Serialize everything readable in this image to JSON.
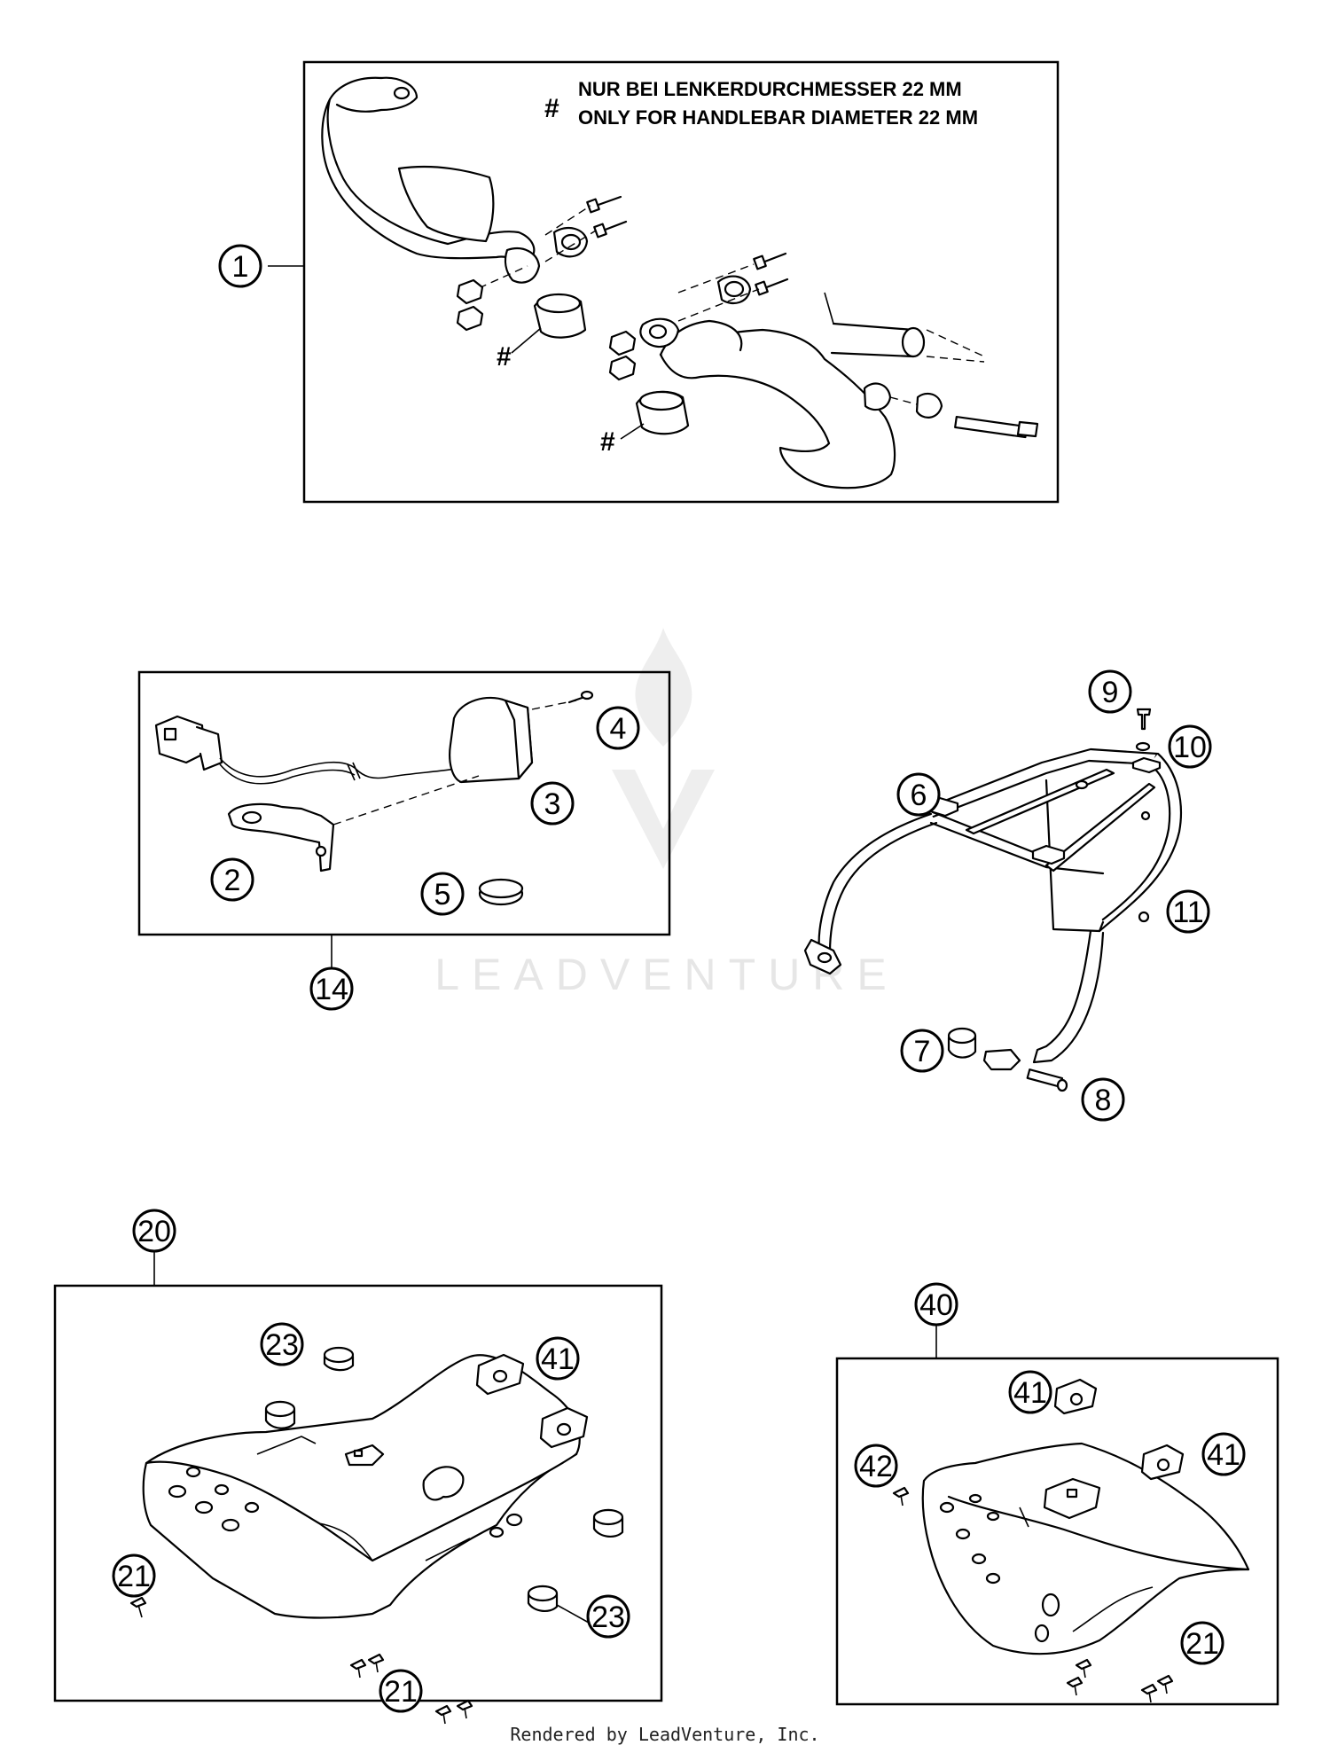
{
  "note": {
    "symbol": "#",
    "line_de": "NUR BEI LENKERDURCHMESSER 22 MM",
    "line_en": "ONLY FOR HANDLEBAR DIAMETER 22 MM"
  },
  "marker": "#",
  "watermark": "LEADVENTURE",
  "callouts": {
    "c1": "1",
    "c2": "2",
    "c3": "3",
    "c4": "4",
    "c5": "5",
    "c14": "14",
    "c6": "6",
    "c7": "7",
    "c8": "8",
    "c9": "9",
    "c10": "10",
    "c11": "11",
    "c20": "20",
    "c21a": "21",
    "c21b": "21",
    "c23a": "23",
    "c23b": "23",
    "c41a": "41",
    "c40": "40",
    "c41b": "41",
    "c41c": "41",
    "c42": "42",
    "c21c": "21"
  },
  "footer": "Rendered by LeadVenture, Inc."
}
